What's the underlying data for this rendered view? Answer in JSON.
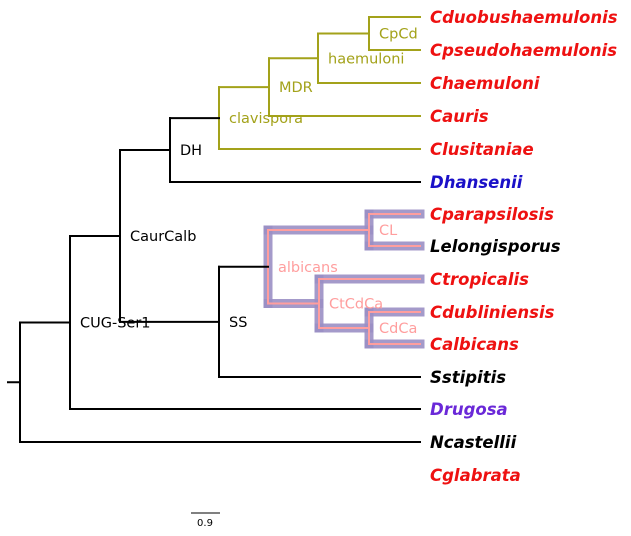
{
  "colors": {
    "black": "#000000",
    "olive": "#a3a21a",
    "pink": "#ff9e9e",
    "red": "#ee1111",
    "blue": "#1a10c8",
    "purple": "#6a28d8",
    "halo": "#9a8fc4"
  },
  "tips": [
    {
      "id": "cduo",
      "label": "Cduobushaemulonis",
      "color": "red"
    },
    {
      "id": "cpse",
      "label": "Cpseudohaemulonis",
      "color": "red"
    },
    {
      "id": "chae",
      "label": "Chaemuloni",
      "color": "red"
    },
    {
      "id": "caur",
      "label": "Cauris",
      "color": "red"
    },
    {
      "id": "clus",
      "label": "Clusitaniae",
      "color": "red"
    },
    {
      "id": "dhan",
      "label": "Dhansenii",
      "color": "blue"
    },
    {
      "id": "cpar",
      "label": "Cparapsilosis",
      "color": "red"
    },
    {
      "id": "lelo",
      "label": "Lelongisporus",
      "color": "black"
    },
    {
      "id": "ctro",
      "label": "Ctropicalis",
      "color": "red"
    },
    {
      "id": "cdub",
      "label": "Cdubliniensis",
      "color": "red"
    },
    {
      "id": "calb",
      "label": "Calbicans",
      "color": "red"
    },
    {
      "id": "ssti",
      "label": "Sstipitis",
      "color": "black"
    },
    {
      "id": "drug",
      "label": "Drugosa",
      "color": "purple"
    },
    {
      "id": "ncas",
      "label": "Ncastellii",
      "color": "black"
    },
    {
      "id": "cgla",
      "label": "Cglabrata",
      "color": "red"
    }
  ],
  "internal_nodes": [
    {
      "id": "CpCd",
      "label": "CpCd",
      "color": "olive",
      "children": [
        "cduo",
        "cpse"
      ],
      "halo": false
    },
    {
      "id": "haemuloni",
      "label": "haemuloni",
      "color": "olive",
      "children": [
        "CpCd",
        "chae"
      ],
      "halo": false
    },
    {
      "id": "MDR",
      "label": "MDR",
      "color": "olive",
      "children": [
        "haemuloni",
        "caur"
      ],
      "halo": false
    },
    {
      "id": "clavispora",
      "label": "clavispora",
      "color": "olive",
      "children": [
        "MDR",
        "clus"
      ],
      "halo": false
    },
    {
      "id": "DH",
      "label": "DH",
      "color": "black",
      "children": [
        "clavispora",
        "dhan"
      ],
      "halo": false
    },
    {
      "id": "CL",
      "label": "CL",
      "color": "pink",
      "children": [
        "cpar",
        "lelo"
      ],
      "halo": true
    },
    {
      "id": "CdCa",
      "label": "CdCa",
      "color": "pink",
      "children": [
        "cdub",
        "calb"
      ],
      "halo": true
    },
    {
      "id": "CtCdCa",
      "label": "CtCdCa",
      "color": "pink",
      "children": [
        "ctro",
        "CdCa"
      ],
      "halo": true
    },
    {
      "id": "albicans",
      "label": "albicans",
      "color": "pink",
      "children": [
        "CL",
        "CtCdCa"
      ],
      "halo": true
    },
    {
      "id": "SS",
      "label": "SS",
      "color": "black",
      "children": [
        "albicans",
        "ssti"
      ],
      "halo": false
    },
    {
      "id": "CaurCalb",
      "label": "CaurCalb",
      "color": "black",
      "children": [
        "DH",
        "SS"
      ],
      "halo": false
    },
    {
      "id": "CUG-Ser1",
      "label": "CUG-Ser1",
      "color": "black",
      "children": [
        "CaurCalb",
        "drug"
      ],
      "halo": false
    },
    {
      "id": "root",
      "label": "",
      "color": "black",
      "children": [
        "CUG-Ser1",
        "ncas"
      ],
      "halo": false
    }
  ],
  "scale_bar": {
    "label": "0.9"
  }
}
